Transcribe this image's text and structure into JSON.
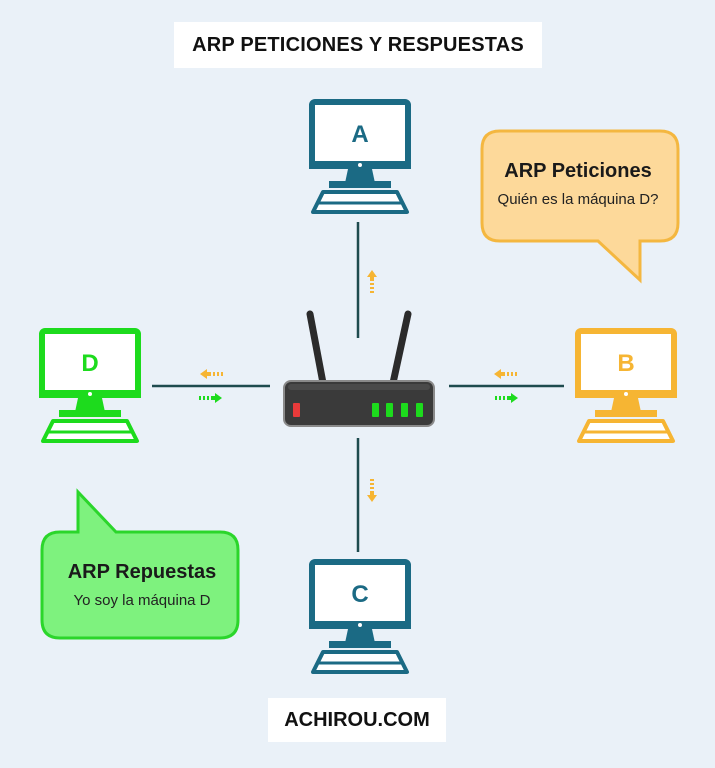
{
  "title": "ARP PETICIONES Y RESPUESTAS",
  "footer": "ACHIROU.COM",
  "computers": [
    {
      "id": "A",
      "label": "A",
      "color": "#1b6a84"
    },
    {
      "id": "B",
      "label": "B",
      "color": "#f6b533"
    },
    {
      "id": "C",
      "label": "C",
      "color": "#1b6a84"
    },
    {
      "id": "D",
      "label": "D",
      "color": "#1ddb1d"
    }
  ],
  "bubbles": {
    "request": {
      "heading": "ARP Peticiones",
      "text": "Quién es la máquina D?",
      "fill": "#fdd99a",
      "stroke": "#f4b740"
    },
    "reply": {
      "heading": "ARP Repuestas",
      "text": "Yo soy la máquina D",
      "fill": "#7ef27e",
      "stroke": "#2bd62b"
    }
  },
  "colors": {
    "background": "#eaf1f8",
    "link": "#1e4b4e",
    "request_arrow": "#f6b533",
    "reply_arrow": "#1ddb1d",
    "router_body": "#3a3a3a",
    "router_led_red": "#e83a3a",
    "router_led_green": "#1ddb1d"
  }
}
